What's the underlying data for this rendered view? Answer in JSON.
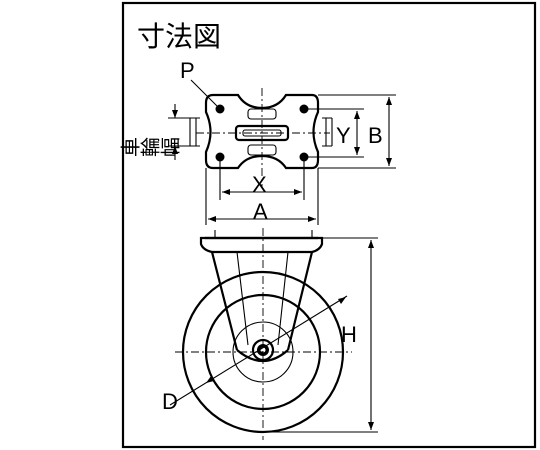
{
  "title": "寸法図",
  "labels": {
    "p": "P",
    "y": "Y",
    "b": "B",
    "x": "X",
    "a": "A",
    "h": "H",
    "d": "D",
    "wheel_width": "車輪幅"
  }
}
